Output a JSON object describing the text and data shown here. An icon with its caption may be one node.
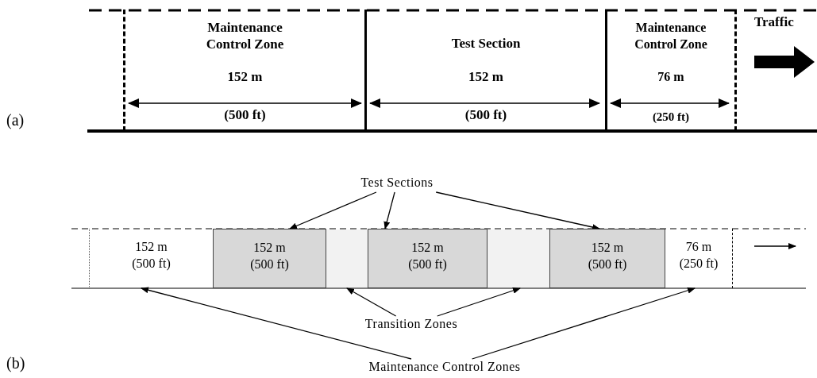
{
  "diagram": {
    "nodes": [
      {
        "text": [
          "Maintenance Control Zone",
          "152 m",
          "(500 ft)"
        ]
      },
      {
        "text": [
          "Test Section",
          "152 m",
          "(500 ft)"
        ]
      },
      {
        "text": [
          "Maintenance Control Zone",
          "76 m",
          "(250 ft)"
        ]
      },
      {
        "text": [
          "Test Sections"
        ]
      },
      {
        "text": [
          "152 m",
          "(500 ft)"
        ]
      },
      {
        "text": [
          "152 m",
          "(500 ft)"
        ]
      },
      {
        "text": [],
        "shape": "box"
      },
      {
        "text": [
          "152 m",
          "(500 ft)"
        ]
      },
      {
        "text": [],
        "shape": "box"
      },
      {
        "text": [
          "152 m",
          "(500 ft)"
        ]
      },
      {
        "text": [
          "76 m",
          "(250 ft)"
        ]
      },
      {
        "text": [
          "Transition Zones"
        ]
      },
      {
        "text": [
          "Maintenance Control Zones"
        ]
      }
    ],
    "edges": [
      {
        "from": 3,
        "to": 5,
        "arrow": "to"
      },
      {
        "from": 3,
        "to": 7,
        "arrow": "to"
      },
      {
        "from": 3,
        "to": 9,
        "arrow": "to"
      },
      {
        "from": 11,
        "to": 6,
        "arrow": "to"
      },
      {
        "from": 11,
        "to": 8,
        "arrow": "to"
      },
      {
        "from": 12,
        "to": 4,
        "arrow": "to"
      },
      {
        "from": 12,
        "to": 10,
        "arrow": "to"
      }
    ],
    "labels": [
      "(a)",
      "Traffic",
      "(b)"
    ]
  }
}
